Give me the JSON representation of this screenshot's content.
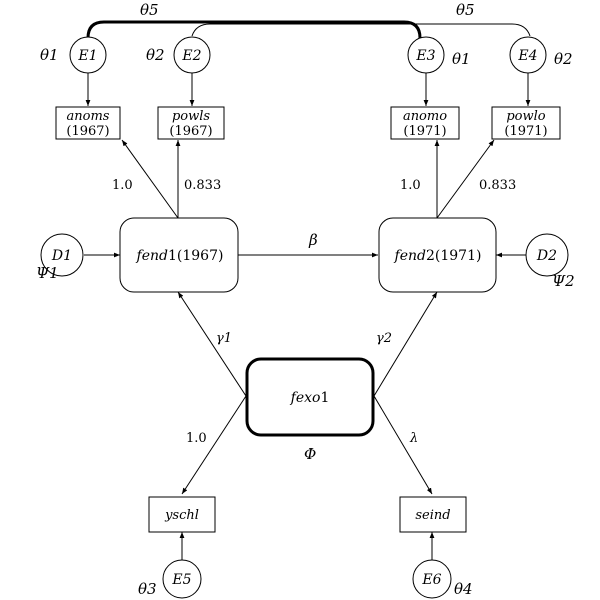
{
  "errors": {
    "E1": "E1",
    "E2": "E2",
    "E3": "E3",
    "E4": "E4",
    "E5": "E5",
    "E6": "E6",
    "D1": "D1",
    "D2": "D2"
  },
  "indicators": {
    "anoms": {
      "name": "anoms",
      "year": "(1967)"
    },
    "powls": {
      "name": "powls",
      "year": "(1967)"
    },
    "anomo": {
      "name": "anomo",
      "year": "(1971)"
    },
    "powlo": {
      "name": "powlo",
      "year": "(1971)"
    },
    "yschl": {
      "name": "yschl"
    },
    "seind": {
      "name": "seind"
    }
  },
  "latents": {
    "fend1": {
      "name": "fend",
      "num": "1",
      "year": "(1967)"
    },
    "fend2": {
      "name": "fend",
      "num": "2",
      "year": "(1971)"
    },
    "fexo1": {
      "name": "fexo",
      "num": "1"
    }
  },
  "params": {
    "theta1_a": "θ1",
    "theta2_a": "θ2",
    "theta1_b": "θ1",
    "theta2_b": "θ2",
    "theta3": "θ3",
    "theta4": "θ4",
    "theta5_a": "θ5",
    "theta5_b": "θ5",
    "psi1": "Ψ1",
    "psi2": "Ψ2",
    "beta": "β",
    "gamma1": "γ1",
    "gamma2": "γ2",
    "phi": "Φ",
    "lambda": "λ"
  },
  "loadings": {
    "fend1_anoms": "1.0",
    "fend1_powls": "0.833",
    "fend2_anomo": "1.0",
    "fend2_powlo": "0.833",
    "fexo1_yschl": "1.0"
  }
}
